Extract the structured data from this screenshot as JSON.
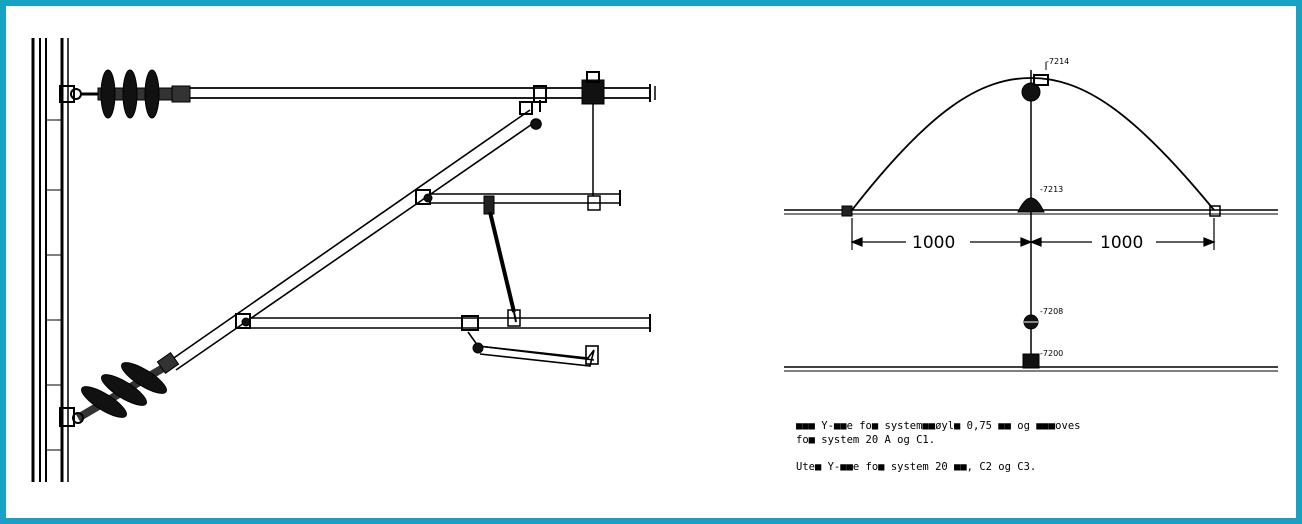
{
  "colors": {
    "frame_border": "#17a2c4",
    "line": "#000000",
    "background": "#ffffff"
  },
  "detail_view": {
    "dimension_left": "1000",
    "dimension_right": "1000",
    "tag_top": "-7214",
    "tag_mid": "-7213",
    "tag_low": "-7208",
    "tag_bottom": "-7200"
  },
  "notes": {
    "line1": "■■■ Y-■■e fo■ system■■øyl■ 0,75 ■■ og ■■■oves",
    "line2": "fo■ system 20 A og C1.",
    "line3": "Ute■ Y-■■e fo■ system 20 ■■, C2 og C3."
  }
}
